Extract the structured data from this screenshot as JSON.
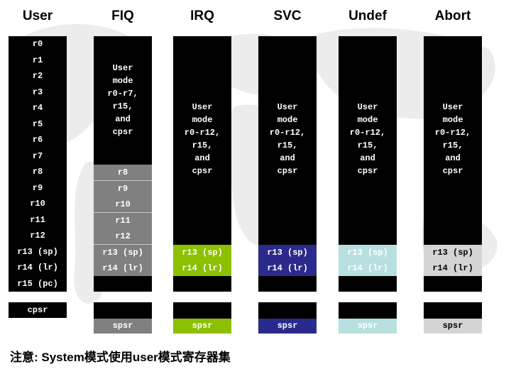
{
  "modes": [
    {
      "key": "user",
      "name": "User"
    },
    {
      "key": "fiq",
      "name": "FIQ"
    },
    {
      "key": "irq",
      "name": "IRQ"
    },
    {
      "key": "svc",
      "name": "SVC"
    },
    {
      "key": "undef",
      "name": "Undef"
    },
    {
      "key": "abort",
      "name": "Abort"
    }
  ],
  "user_registers": [
    "r0",
    "r1",
    "r2",
    "r3",
    "r4",
    "r5",
    "r6",
    "r7",
    "r8",
    "r9",
    "r10",
    "r11",
    "r12",
    "r13 (sp)",
    "r14 (lr)",
    "r15 (pc)"
  ],
  "cpsr_label": "cpsr",
  "spsr_label": "spsr",
  "fiq": {
    "note": "User\nmode\nr0-r7,\nr15,\nand\ncpsr",
    "banked": [
      "r8",
      "r9",
      "r10",
      "r11",
      "r12",
      "r13 (sp)",
      "r14 (lr)"
    ],
    "color": "#808080"
  },
  "irq": {
    "note": "User\nmode\nr0-r12,\nr15,\nand\ncpsr",
    "banked": [
      "r13 (sp)",
      "r14 (lr)"
    ],
    "color": "#8cc000"
  },
  "svc": {
    "note": "User\nmode\nr0-r12,\nr15,\nand\ncpsr",
    "banked": [
      "r13 (sp)",
      "r14 (lr)"
    ],
    "color": "#2a2a8c"
  },
  "undef": {
    "note": "User\nmode\nr0-r12,\nr15,\nand\ncpsr",
    "banked": [
      "r13 (sp)",
      "r14 (lr)"
    ],
    "color": "#b8e0e0"
  },
  "abort": {
    "note": "User\nmode\nr0-r12,\nr15,\nand\ncpsr",
    "banked": [
      "r13 (sp)",
      "r14 (lr)"
    ],
    "color": "#d4d4d4"
  },
  "footer": "注意: System模式使用user模式寄存器集"
}
